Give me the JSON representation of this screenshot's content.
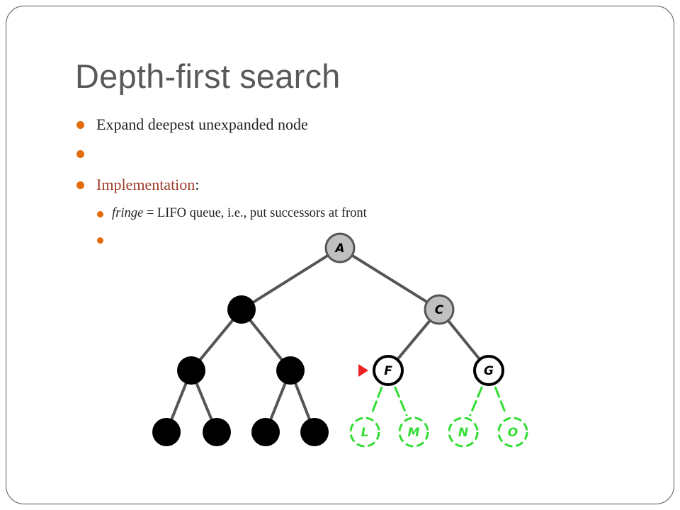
{
  "slide": {
    "title": "Depth-first search",
    "bullets": [
      {
        "text": "Expand deepest unexpanded node"
      },
      {
        "text": ""
      },
      {
        "text": "Implementation",
        "suffix": ":"
      },
      {
        "term": "fringe",
        "text": " = LIFO queue, i.e., put successors at front"
      },
      {
        "text": ""
      }
    ]
  },
  "colors": {
    "title": "#59595b",
    "bullet_dot": "#e36c0a",
    "accent_text": "#9e3b2a",
    "expanded_node": "#c0c0c0",
    "explored_node": "#000000",
    "frontier_node": "#ffffff",
    "generated_node": "#33dd33",
    "marker": "#ee2222"
  },
  "tree": {
    "nodes": [
      {
        "id": "A",
        "label": "A",
        "state": "expanded"
      },
      {
        "id": "B",
        "label": "",
        "state": "explored"
      },
      {
        "id": "C",
        "label": "C",
        "state": "expanded"
      },
      {
        "id": "D",
        "label": "",
        "state": "explored"
      },
      {
        "id": "E",
        "label": "",
        "state": "explored"
      },
      {
        "id": "F",
        "label": "F",
        "state": "frontier",
        "marked": true
      },
      {
        "id": "G",
        "label": "G",
        "state": "frontier"
      },
      {
        "id": "H",
        "label": "",
        "state": "explored"
      },
      {
        "id": "I",
        "label": "",
        "state": "explored"
      },
      {
        "id": "J",
        "label": "",
        "state": "explored"
      },
      {
        "id": "K",
        "label": "",
        "state": "explored"
      },
      {
        "id": "L",
        "label": "L",
        "state": "generated"
      },
      {
        "id": "M",
        "label": "M",
        "state": "generated"
      },
      {
        "id": "N",
        "label": "N",
        "state": "generated"
      },
      {
        "id": "O",
        "label": "O",
        "state": "generated"
      }
    ],
    "edges": [
      {
        "from": "A",
        "to": "B",
        "style": "solid"
      },
      {
        "from": "A",
        "to": "C",
        "style": "solid"
      },
      {
        "from": "B",
        "to": "D",
        "style": "solid"
      },
      {
        "from": "B",
        "to": "E",
        "style": "solid"
      },
      {
        "from": "C",
        "to": "F",
        "style": "solid"
      },
      {
        "from": "C",
        "to": "G",
        "style": "solid"
      },
      {
        "from": "D",
        "to": "H",
        "style": "solid"
      },
      {
        "from": "D",
        "to": "I",
        "style": "solid"
      },
      {
        "from": "E",
        "to": "J",
        "style": "solid"
      },
      {
        "from": "E",
        "to": "K",
        "style": "solid"
      },
      {
        "from": "F",
        "to": "L",
        "style": "dashed"
      },
      {
        "from": "F",
        "to": "M",
        "style": "dashed"
      },
      {
        "from": "G",
        "to": "N",
        "style": "dashed"
      },
      {
        "from": "G",
        "to": "O",
        "style": "dashed"
      }
    ]
  }
}
